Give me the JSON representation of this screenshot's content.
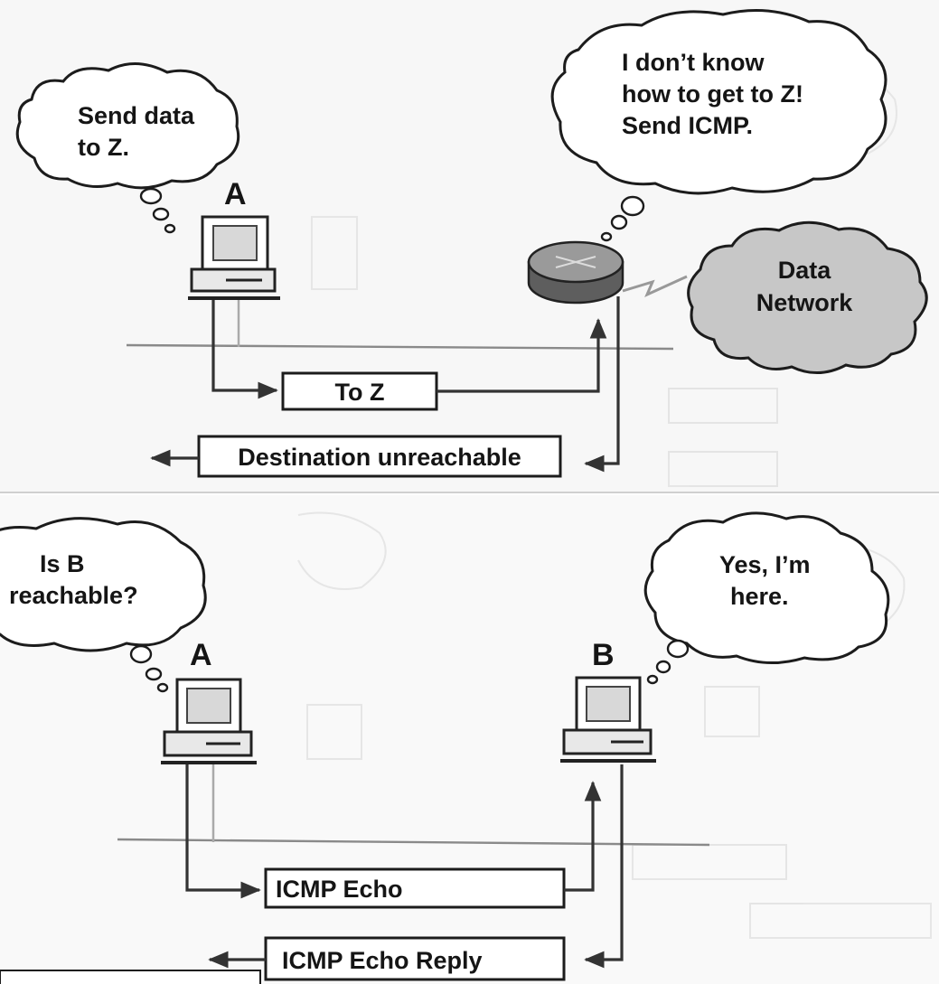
{
  "top": {
    "host_label": "A",
    "host_thought": [
      "Send data",
      "to Z."
    ],
    "router_thought": [
      "I don’t know",
      "how to get to Z!",
      "Send ICMP."
    ],
    "network_label": [
      "Data",
      "Network"
    ],
    "forward_packet": "To Z",
    "return_packet": "Destination unreachable"
  },
  "bottom": {
    "host_a_label": "A",
    "host_b_label": "B",
    "host_a_thought": [
      "Is B",
      "reachable?"
    ],
    "host_b_thought": [
      "Yes, I’m",
      "here."
    ],
    "forward_packet": "ICMP Echo",
    "return_packet": "ICMP Echo Reply"
  },
  "colors": {
    "ink": "#151515",
    "panel": "#f7f7f7",
    "router_top": "#9a9a9a",
    "router_side": "#5e5e5e",
    "network_cloud": "#c7c7c7",
    "lan_line": "#8a8a8a"
  }
}
